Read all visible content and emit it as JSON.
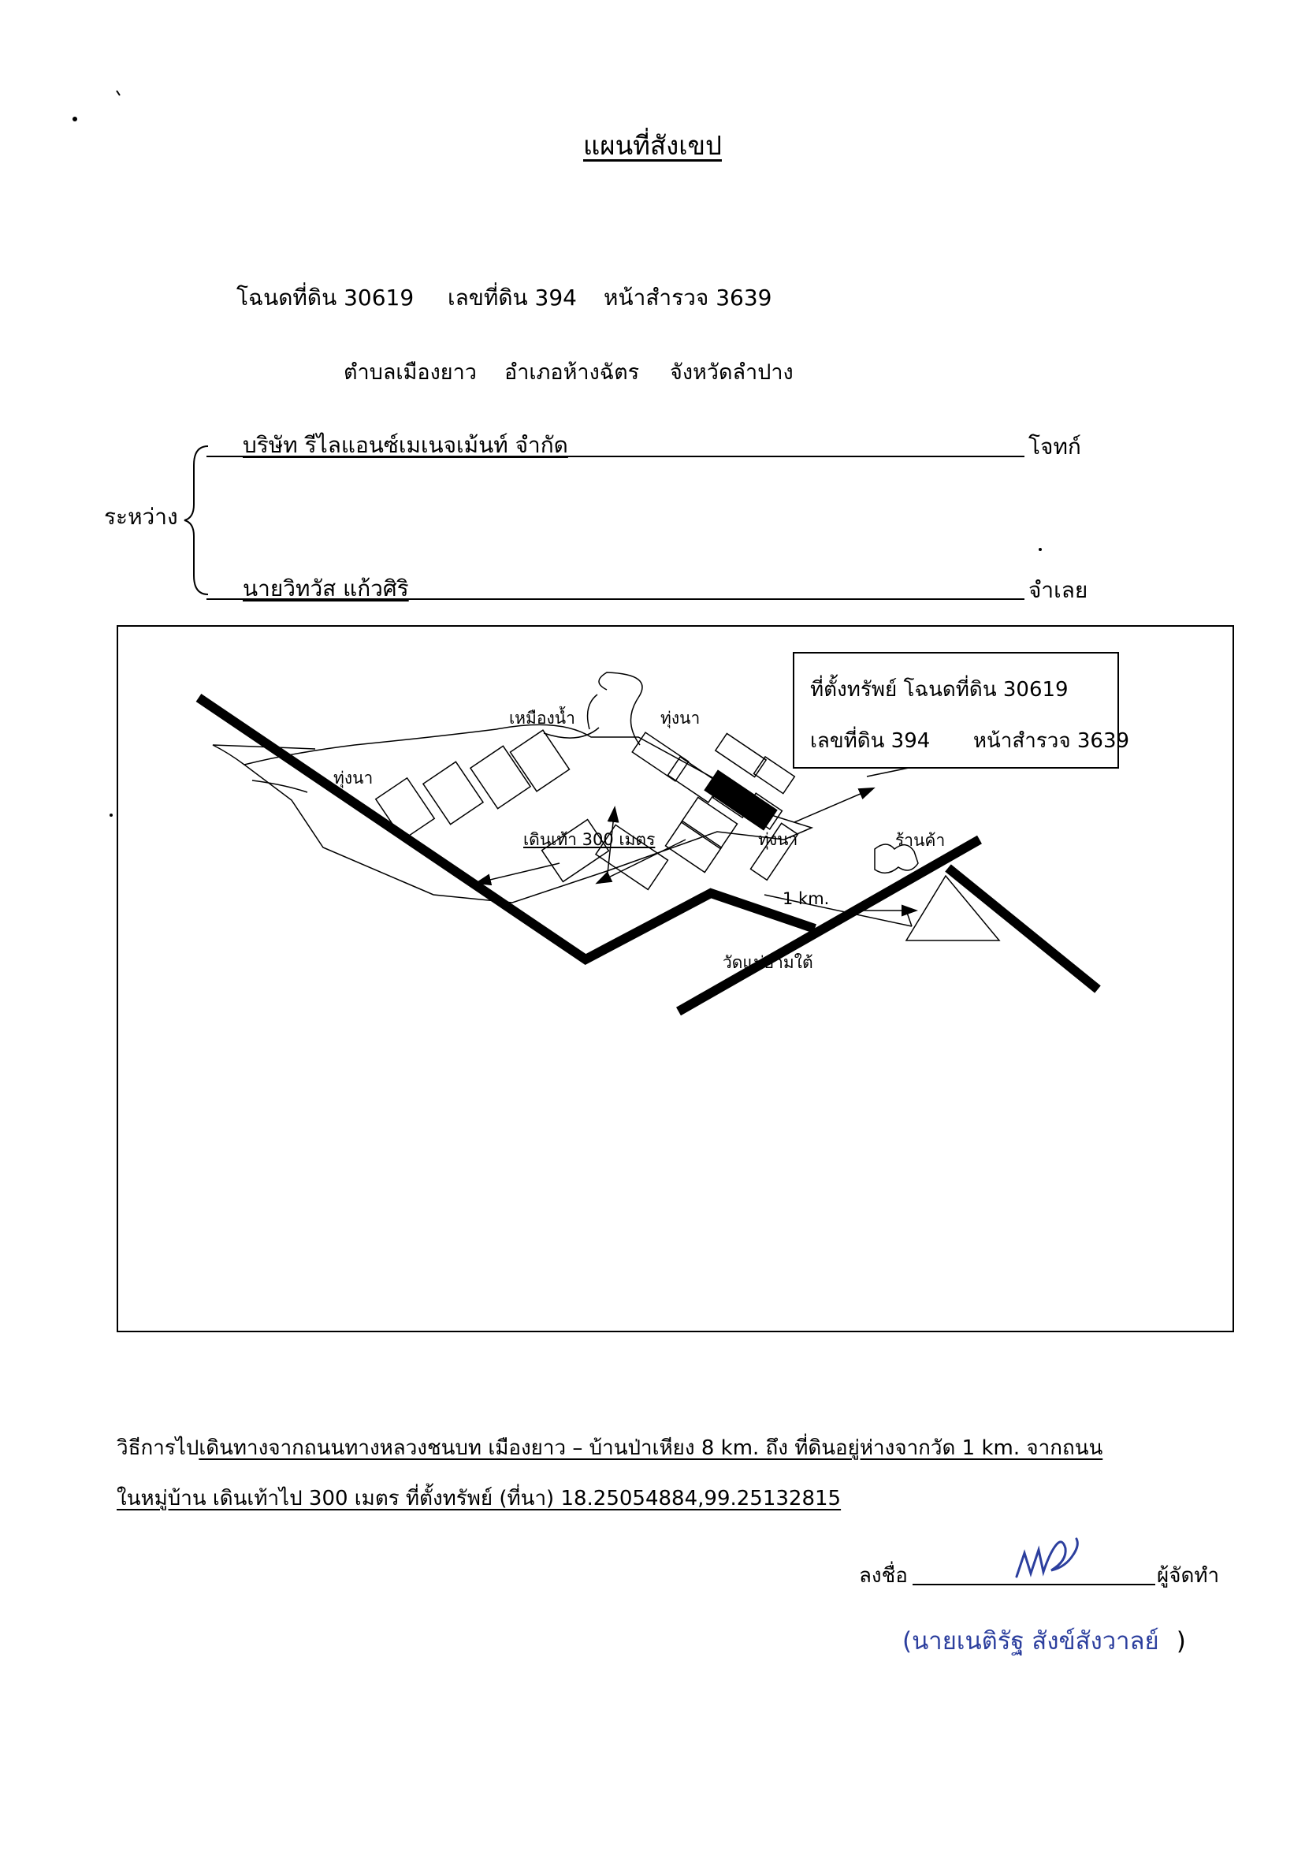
{
  "document": {
    "title": "แผนที่สังเขป",
    "deed": {
      "title_deed": "โฉนดที่ดิน 30619",
      "land_no": "เลขที่ดิน 394",
      "survey_page": "หน้าสำรวจ 3639"
    },
    "location": {
      "subdistrict": "ตำบลเมืองยาว",
      "district": "อำเภอห้างฉัตร",
      "province": "จังหวัดลำปาง"
    },
    "between_label": "ระหว่าง",
    "plaintiff": {
      "name": "บริษัท รีไลแอนซ์เมเนจเม้นท์ จำกัด",
      "role": "โจทก์"
    },
    "defendant": {
      "name": "นายวิทวัส แก้วศิริ",
      "role": "จำเลย"
    }
  },
  "map": {
    "labels": {
      "weir": "เหมืองน้ำ",
      "field_north": "ทุ่งนา",
      "field_west": "ทุ่งนา",
      "field_east": "ทุ่งนา",
      "walk": "เดินเท้า 300 เมตร",
      "shop": "ร้านค้า",
      "distance": "1 km.",
      "temple": "วัดแม่ยามใต้"
    },
    "property_box": {
      "line1": "ที่ตั้งทรัพย์ โฉนดที่ดิน 30619",
      "line2_a": "เลขที่ดิน 394",
      "line2_b": "หน้าสำรวจ 3639"
    }
  },
  "directions": {
    "label": "วิธีการไป",
    "line1": "เดินทางจากถนนทางหลวงชนบท  เมืองยาว – บ้านป่าเหียง  8  km. ถึง  ที่ดินอยู่ห่างจากวัด 1 km. จากถนน",
    "line2": "ในหมู่บ้าน  เดินเท้าไป 300 เมตร ที่ตั้งทรัพย์ (ที่นา) 18.25054884,99.25132815"
  },
  "signature": {
    "sign_label": "ลงชื่อ",
    "role": "ผู้จัดทำ",
    "open_paren": "(",
    "name": "นายเนติรัฐ  สังข์สังวาลย์",
    "close_paren": ")"
  },
  "colors": {
    "ink": "#000000",
    "signature_ink": "#2c3f9e",
    "paper": "#ffffff"
  }
}
